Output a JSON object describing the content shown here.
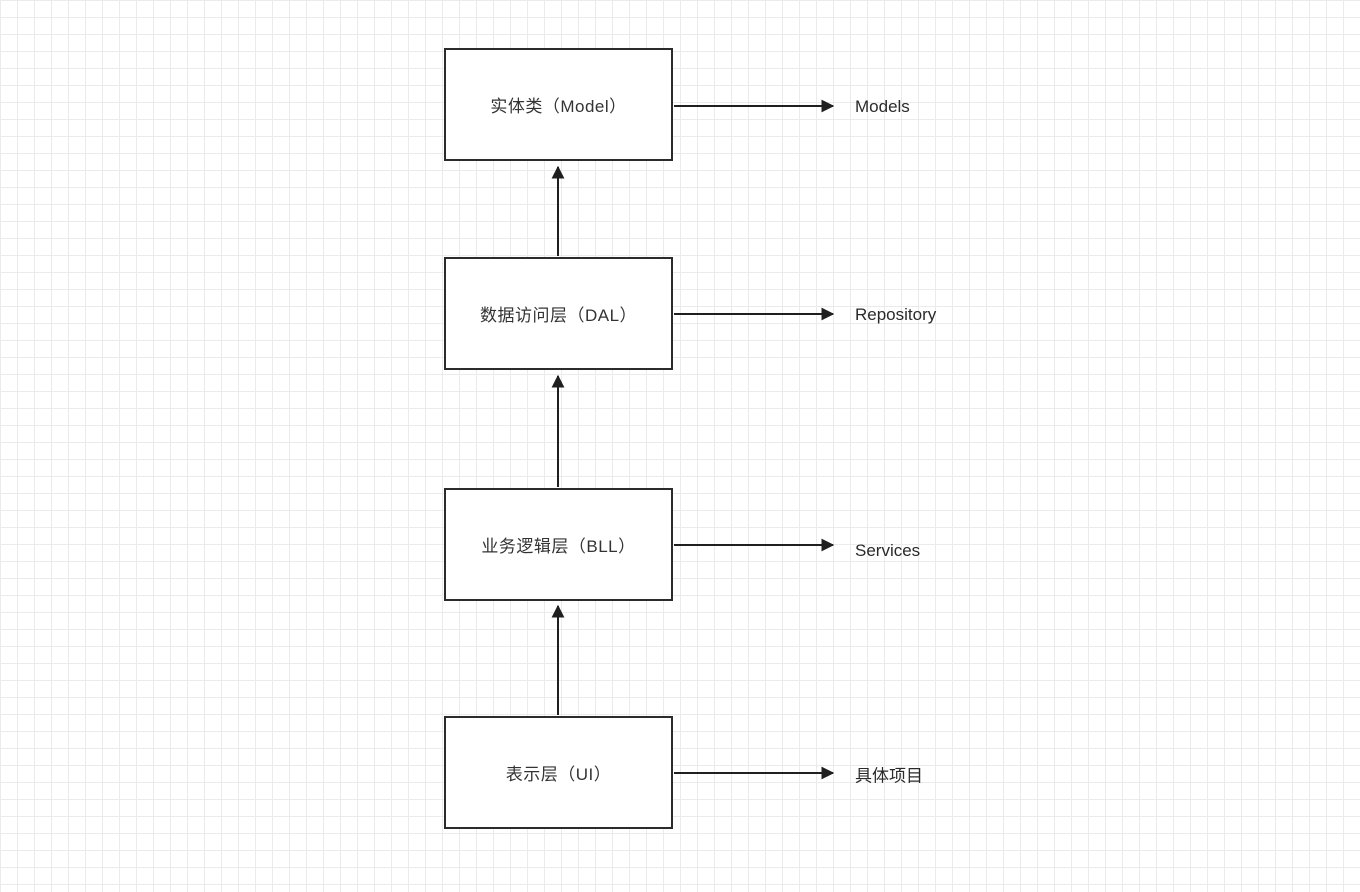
{
  "diagram": {
    "title": "layered-architecture-diagram",
    "colors": {
      "background": "#ffffff",
      "grid_line": "#ebebeb",
      "box_border": "#2b2b2b",
      "box_fill": "#ffffff",
      "text": "#333333",
      "arrow": "#1f1f1f"
    },
    "nodes": [
      {
        "id": "model",
        "label": "实体类（Model）",
        "annotation": "Models"
      },
      {
        "id": "dal",
        "label": "数据访问层（DAL）",
        "annotation": "Repository"
      },
      {
        "id": "bll",
        "label": "业务逻辑层（BLL）",
        "annotation": "Services"
      },
      {
        "id": "ui",
        "label": "表示层（UI）",
        "annotation": "具体项目"
      }
    ],
    "edges": [
      {
        "from": "ui",
        "to": "bll",
        "direction": "up"
      },
      {
        "from": "bll",
        "to": "dal",
        "direction": "up"
      },
      {
        "from": "dal",
        "to": "model",
        "direction": "up"
      },
      {
        "from": "model",
        "to": "annotation-models",
        "direction": "right"
      },
      {
        "from": "dal",
        "to": "annotation-repository",
        "direction": "right"
      },
      {
        "from": "bll",
        "to": "annotation-services",
        "direction": "right"
      },
      {
        "from": "ui",
        "to": "annotation-ui",
        "direction": "right"
      }
    ]
  }
}
